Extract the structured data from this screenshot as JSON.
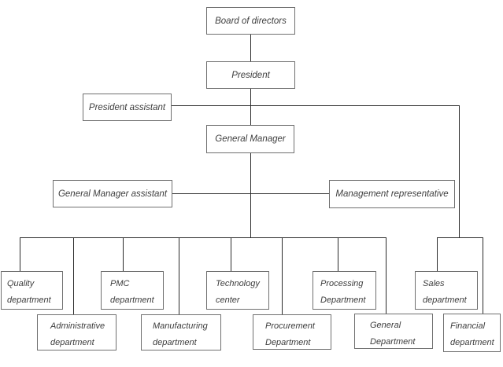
{
  "diagram": {
    "type": "org-chart",
    "colors": {
      "background": "#ffffff",
      "box_border": "#6f6f6f",
      "connector_line": "#2b2b2b",
      "text": "#3d3d3d"
    },
    "nodes": {
      "board": {
        "label": "Board of directors"
      },
      "president": {
        "label": "President"
      },
      "president_assistant": {
        "label": "President assistant"
      },
      "general_manager": {
        "label": "General Manager"
      },
      "general_manager_assistant": {
        "label": "General Manager assistant"
      },
      "management_representative": {
        "label": "Management representative"
      },
      "quality": {
        "line1": "Quality",
        "line2": "department"
      },
      "administrative": {
        "line1": "Administrative",
        "line2": "department"
      },
      "pmc": {
        "line1": "PMC",
        "line2": "department"
      },
      "manufacturing": {
        "line1": "Manufacturing",
        "line2": "department"
      },
      "technology": {
        "line1": "Technology",
        "line2": "center"
      },
      "procurement": {
        "line1": "Procurement",
        "line2": "Department"
      },
      "processing": {
        "line1": "Processing",
        "line2": "Department"
      },
      "general_department": {
        "line1": "General",
        "line2": "Department"
      },
      "sales": {
        "line1": "Sales",
        "line2": "department"
      },
      "financial": {
        "line1": "Financial",
        "line2": "department"
      }
    },
    "edges": [
      {
        "from": "board",
        "to": "president"
      },
      {
        "from": "president",
        "to": "general_manager"
      },
      {
        "from": "president_assistant",
        "to": "president_general_manager_link"
      },
      {
        "from": "president_assistant",
        "to": "sales_financial_branch"
      },
      {
        "from": "general_manager_assistant",
        "to": "general_manager_departments_link"
      },
      {
        "from": "management_representative",
        "to": "general_manager_departments_link"
      },
      {
        "from": "general_manager",
        "to": "quality"
      },
      {
        "from": "general_manager",
        "to": "administrative"
      },
      {
        "from": "general_manager",
        "to": "pmc"
      },
      {
        "from": "general_manager",
        "to": "manufacturing"
      },
      {
        "from": "general_manager",
        "to": "technology"
      },
      {
        "from": "general_manager",
        "to": "procurement"
      },
      {
        "from": "general_manager",
        "to": "processing"
      },
      {
        "from": "general_manager",
        "to": "general_department"
      },
      {
        "from": "sales_financial_branch",
        "to": "sales"
      },
      {
        "from": "sales_financial_branch",
        "to": "financial"
      }
    ]
  }
}
